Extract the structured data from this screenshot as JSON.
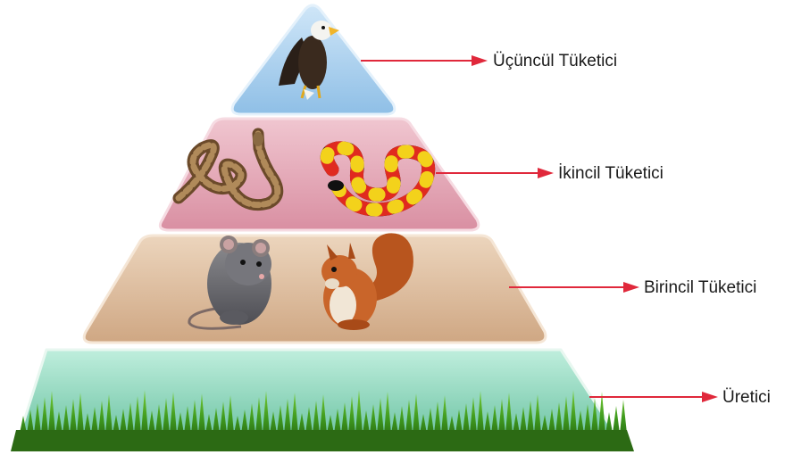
{
  "levels": [
    {
      "id": "tertiary",
      "label": "Üçüncül Tüketici",
      "color": "#a9cfee",
      "organisms": [
        "eagle"
      ]
    },
    {
      "id": "secondary",
      "label": "İkincil Tüketici",
      "color": "#e3a7b6",
      "organisms": [
        "rattlesnake",
        "coral-snake"
      ]
    },
    {
      "id": "primary",
      "label": "Birincil Tüketici",
      "color": "#dcbc9d",
      "organisms": [
        "rat",
        "squirrel"
      ]
    },
    {
      "id": "producer",
      "label": "Üretici",
      "color": "#8fd3bb",
      "organisms": [
        "grass"
      ]
    }
  ],
  "colors": {
    "arrow": "#e0283b"
  }
}
